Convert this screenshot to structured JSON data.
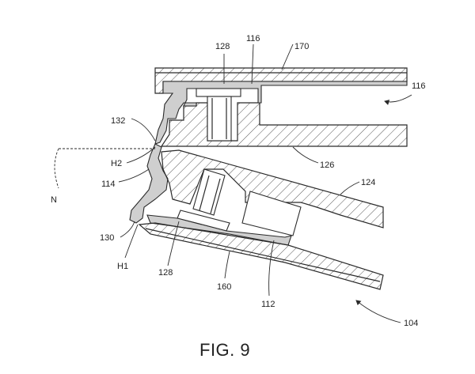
{
  "figure": {
    "caption": "FIG. 9",
    "labels": {
      "ref_128_top": "128",
      "ref_116_top": "116",
      "ref_170": "170",
      "ref_116_right": "116",
      "ref_132": "132",
      "ref_h2": "H2",
      "ref_126": "126",
      "ref_n": "N",
      "ref_114": "114",
      "ref_124": "124",
      "ref_130": "130",
      "ref_h1": "H1",
      "ref_128_bottom": "128",
      "ref_160": "160",
      "ref_112": "112",
      "ref_104": "104"
    }
  }
}
